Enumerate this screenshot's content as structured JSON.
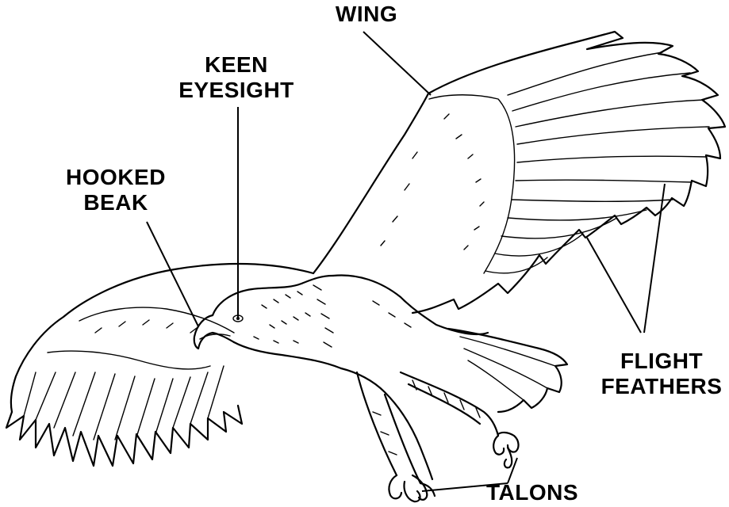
{
  "labels": {
    "wing": "WING",
    "keen_line1": "KEEN",
    "keen_line2": "EYESIGHT",
    "hooked_line1": "HOOKED",
    "hooked_line2": "BEAK",
    "flight_line1": "FLIGHT",
    "flight_line2": "FEATHERS",
    "talons": "TALONS"
  },
  "colors": {
    "ink": "#000000",
    "paper": "#ffffff"
  }
}
